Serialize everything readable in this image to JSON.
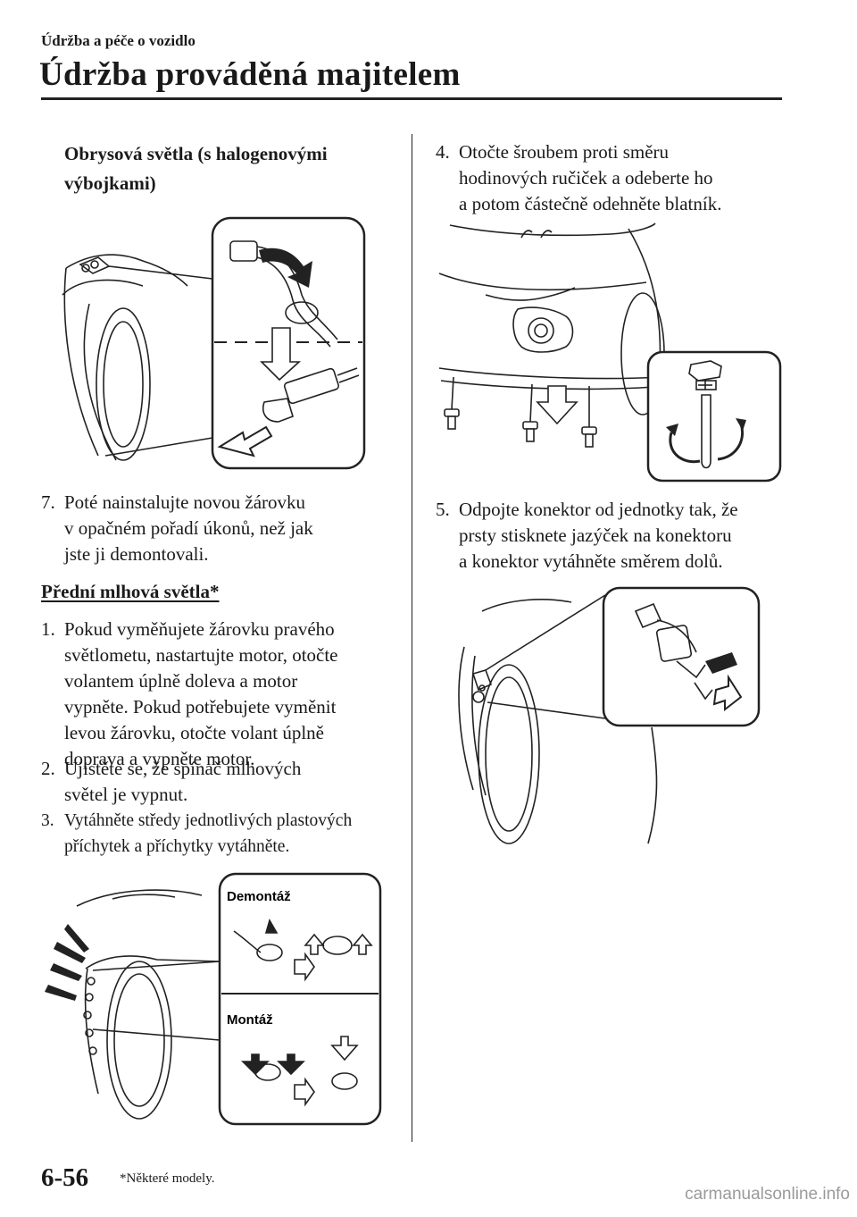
{
  "header": {
    "breadcrumb": "Údržba a péče o vozidlo",
    "title": "Údržba prováděná majitelem"
  },
  "left_column": {
    "subheading_line1": "Obrysová světla (s halogenovými",
    "subheading_line2": "výbojkami)",
    "step7": {
      "number": "7.",
      "lines": [
        "Poté nainstalujte novou žárovku",
        "v opačném pořadí úkonů, než jak",
        "jste ji demontovali."
      ]
    },
    "section_title": "Přední mlhová světla*",
    "step1": {
      "number": "1.",
      "lines": [
        "Pokud vyměňujete žárovku pravého",
        "světlometu, nastartujte motor, otočte",
        "volantem úplně doleva a motor",
        "vypněte. Pokud potřebujete vyměnit",
        "levou žárovku, otočte volant úplně",
        "doprava a vypněte motor."
      ]
    },
    "step2": {
      "number": "2.",
      "lines": [
        "Ujistěte se, že spínač mlhových",
        "světel je vypnut."
      ]
    },
    "step3": {
      "number": "3.",
      "lines": [
        "Vytáhněte středy jednotlivých plastových",
        "příchytek a příchytky vytáhněte."
      ]
    },
    "clip_figure": {
      "label_removal": "Demontáž",
      "label_install": "Montáž"
    }
  },
  "right_column": {
    "step4": {
      "number": "4.",
      "lines": [
        "Otočte šroubem proti směru",
        "hodinových ručiček a odeberte ho",
        "a potom částečně odehněte blatník."
      ]
    },
    "step5": {
      "number": "5.",
      "lines": [
        "Odpojte konektor od jednotky tak, že",
        "prsty stisknete jazýček na konektoru",
        "a konektor vytáhněte směrem dolů."
      ]
    }
  },
  "footer": {
    "page_number": "6-56",
    "note": "*Některé modely."
  },
  "watermark": "carmanualsonline.info"
}
